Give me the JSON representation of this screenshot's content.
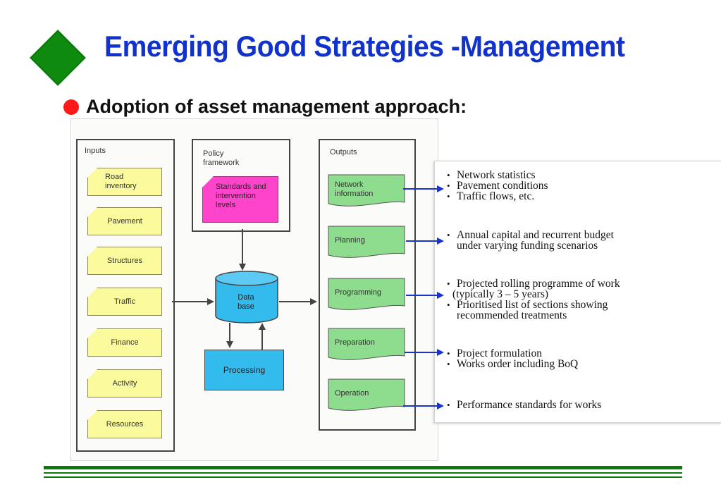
{
  "title": "Emerging Good Strategies -Management",
  "bullet": "Adoption of asset management approach:",
  "colors": {
    "title": "#1133cc",
    "logo": "#0e8a0e",
    "bullet": "#ff1a1a",
    "inputs": "#fbfb9e",
    "policy": "#ff44cc",
    "database": "#33bbee",
    "outputs": "#8edc8e",
    "arrows": "#1a33cc",
    "footer": "#0b7a0b"
  },
  "diagram": {
    "inputs_label": "Inputs",
    "inputs": [
      "Road inventory",
      "Pavement",
      "Structures",
      "Traffic",
      "Finance",
      "Activity",
      "Resources"
    ],
    "policy_label": "Policy framework",
    "policy_box": "Standards and intervention levels",
    "database": "Data base",
    "processing": "Processing",
    "outputs_label": "Outputs",
    "outputs": [
      "Network information",
      "Planning",
      "Programming",
      "Preparation",
      "Operation"
    ]
  },
  "notes": [
    [
      "Network statistics",
      "Pavement conditions",
      "Traffic flows, etc."
    ],
    [
      "Annual capital and recurrent budget",
      "under varying funding scenarios"
    ],
    [
      "Projected rolling programme of work",
      "(typically 3 – 5 years)",
      "Prioritised list of sections showing",
      "recommended treatments"
    ],
    [
      "Project formulation",
      "Works order including BoQ"
    ],
    [
      "Performance standards for works"
    ]
  ]
}
